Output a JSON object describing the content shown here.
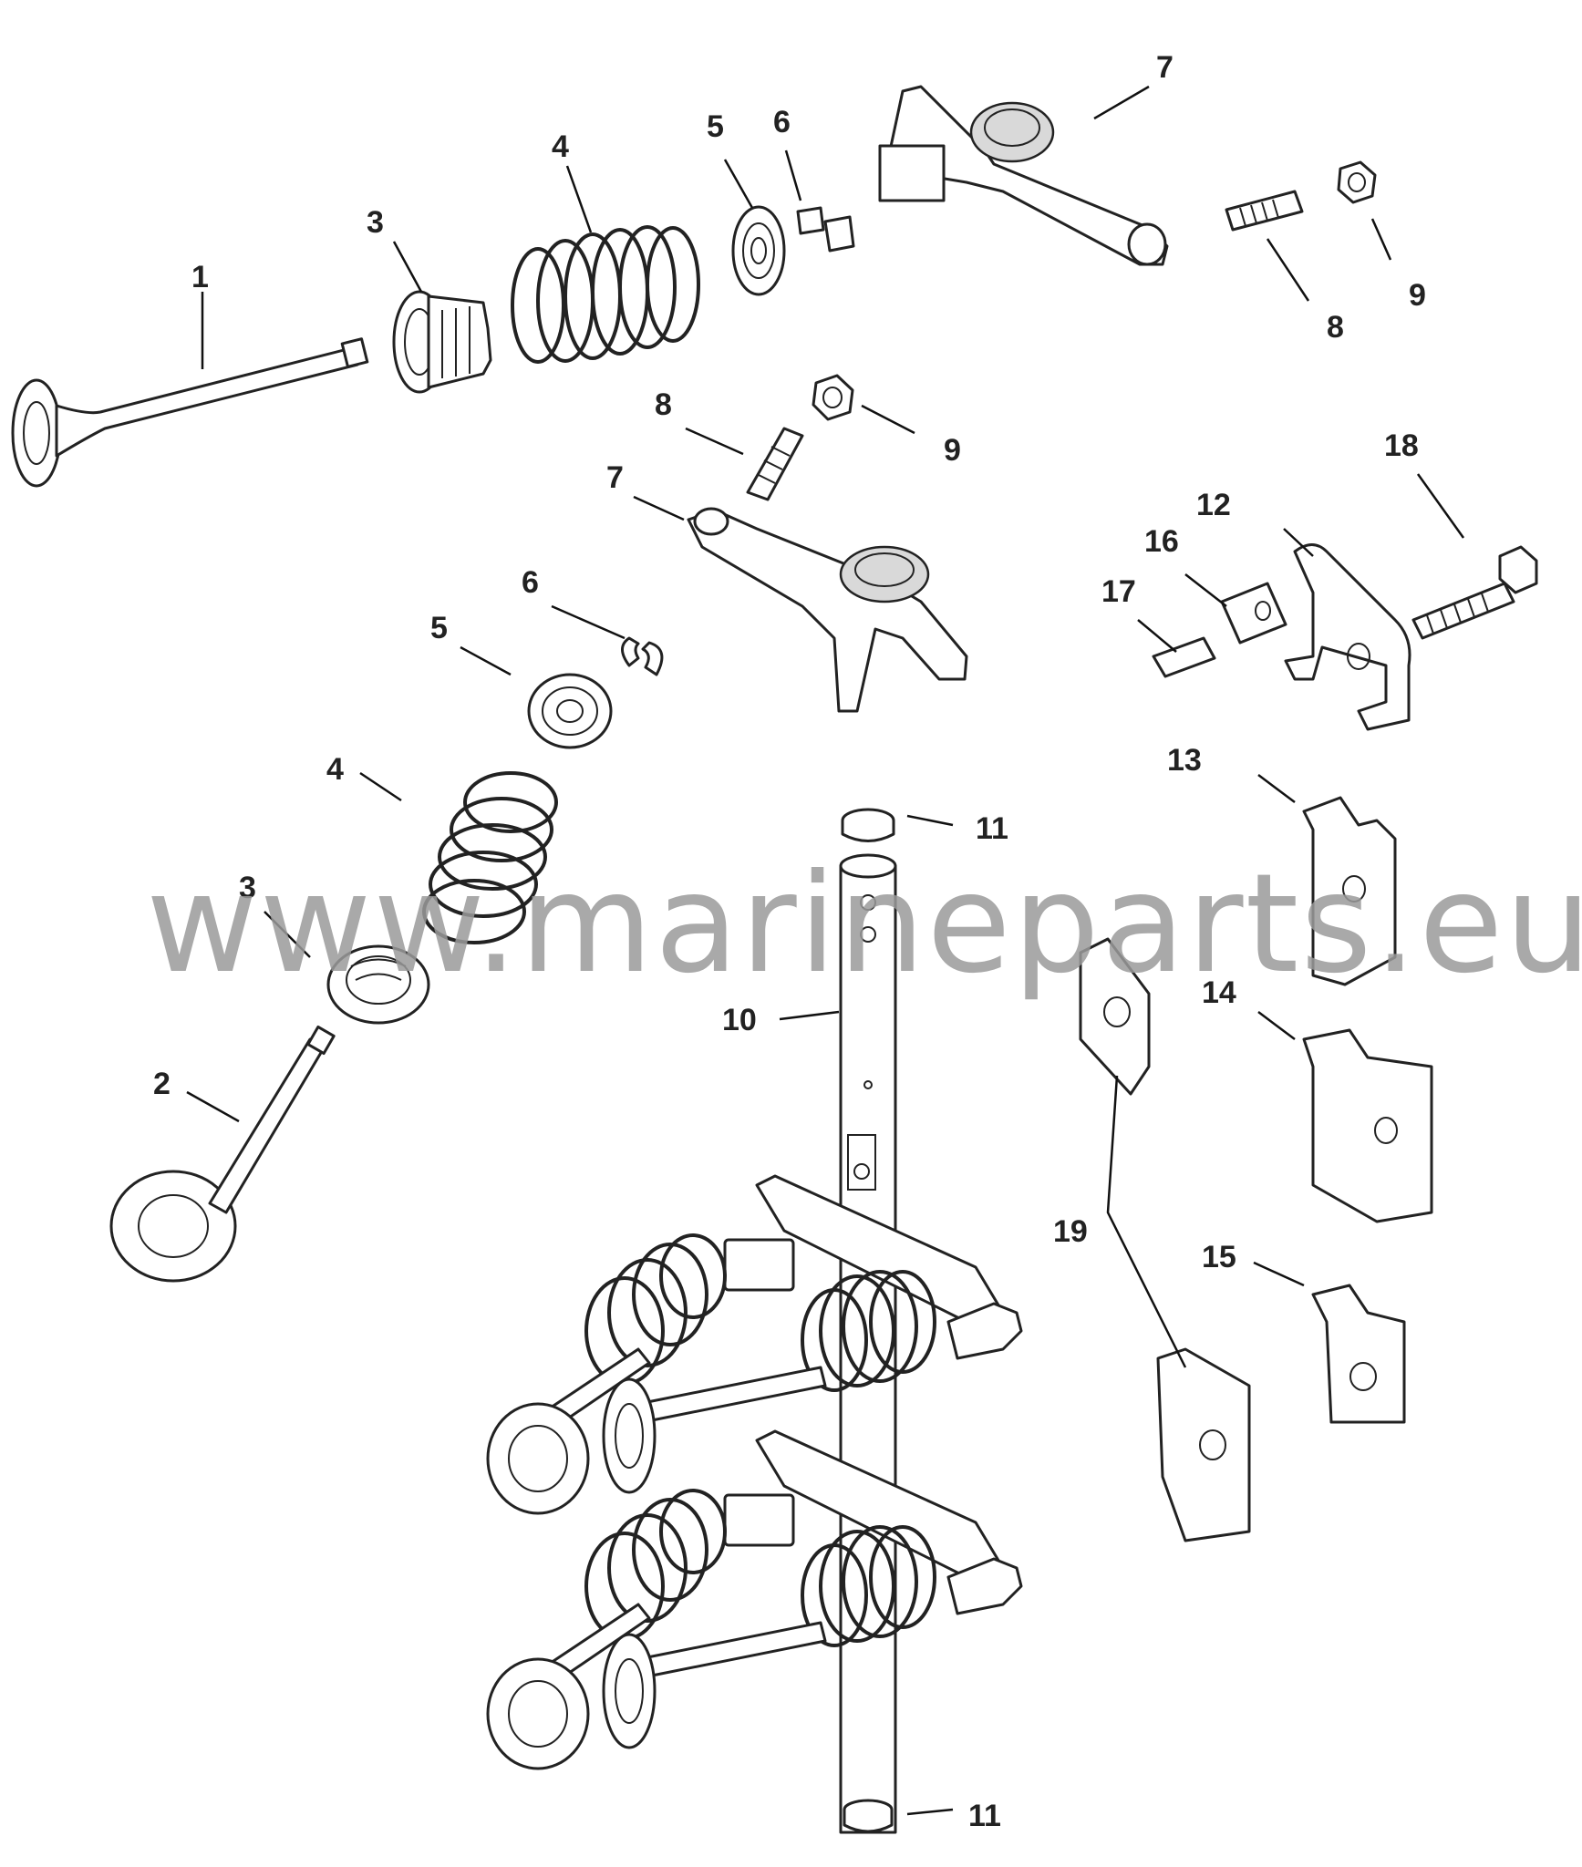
{
  "watermark": "www.marineparts.eu",
  "callouts": {
    "c1": "1",
    "c2": "2",
    "c3a": "3",
    "c3b": "3",
    "c4a": "4",
    "c4b": "4",
    "c5a": "5",
    "c5b": "5",
    "c6a": "6",
    "c6b": "6",
    "c7a": "7",
    "c7b": "7",
    "c8a": "8",
    "c8b": "8",
    "c9a": "9",
    "c9b": "9",
    "c10": "10",
    "c11a": "11",
    "c11b": "11",
    "c12": "12",
    "c13": "13",
    "c14": "14",
    "c15": "15",
    "c16": "16",
    "c17": "17",
    "c18": "18",
    "c19": "19"
  }
}
